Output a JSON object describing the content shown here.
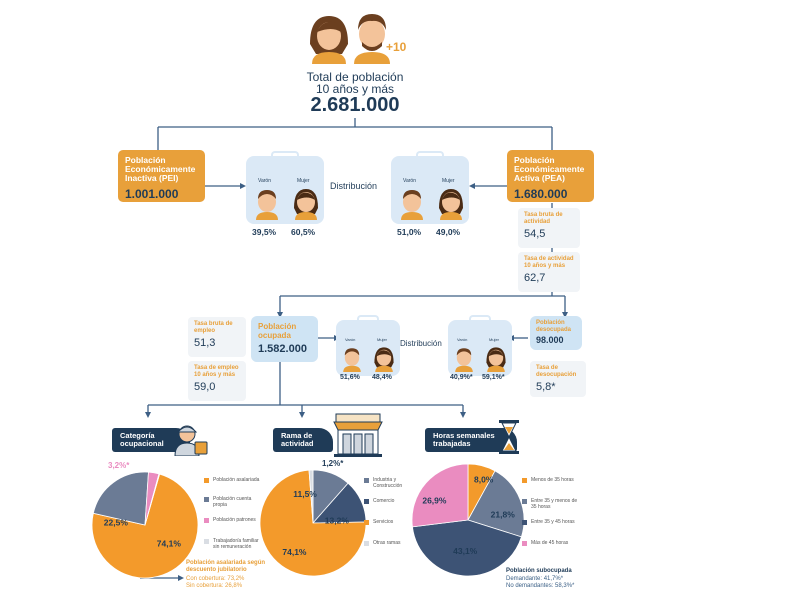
{
  "header": {
    "icon_label": "+10",
    "title_line1": "Total de población",
    "title_line2": "10 años y más",
    "total": "2.681.000"
  },
  "pei": {
    "label": "Población Económicamente Inactiva (PEI)",
    "value": "1.001.000"
  },
  "pea": {
    "label": "Población Económicamente Activa (PEA)",
    "value": "1.680.000"
  },
  "distribution_label": "Distribución",
  "dist_pei": {
    "man_label": "Varón",
    "woman_label": "Mujer",
    "man_pct": "39,5%",
    "woman_pct": "60,5%"
  },
  "dist_pea": {
    "man_label": "Varón",
    "woman_label": "Mujer",
    "man_pct": "51,0%",
    "woman_pct": "49,0%"
  },
  "rates_pea": [
    {
      "label": "Tasa bruta de actividad",
      "value": "54,5"
    },
    {
      "label": "Tasa de actividad 10 años y más",
      "value": "62,7"
    }
  ],
  "ocupada": {
    "label": "Población ocupada",
    "value": "1.582.000"
  },
  "desocupada": {
    "label": "Población desocupada",
    "value": "98.000"
  },
  "rates_ocupada": [
    {
      "label": "Tasa bruta de empleo",
      "value": "51,3"
    },
    {
      "label": "Tasa de empleo 10 años y más",
      "value": "59,0"
    }
  ],
  "rate_desocupacion": {
    "label": "Tasa de desocupación",
    "value": "5,8*"
  },
  "dist_ocupada": {
    "man_label": "Varón",
    "woman_label": "Mujer",
    "man_pct": "51,6%",
    "woman_pct": "48,4%"
  },
  "dist_desocupada": {
    "man_label": "Varón",
    "woman_label": "Mujer",
    "man_pct": "40,9%*",
    "woman_pct": "59,1%*"
  },
  "sections": {
    "categoria": "Categoría ocupacional",
    "rama": "Rama de actividad",
    "horas": "Horas semanales trabajadas"
  },
  "colors": {
    "orange": "#f39a2b",
    "slate": "#6b7b95",
    "pink": "#ea8cc0",
    "light": "#d9dde3",
    "navy": "#3d5375"
  },
  "chart_data": [
    {
      "type": "pie",
      "title": "Categoría ocupacional",
      "categories": [
        "Población asalariada",
        "Población cuenta propia",
        "Población patrones",
        "Trabajador/a familiar sin remuneración"
      ],
      "values": [
        74.1,
        22.5,
        3.2,
        0.2
      ],
      "labels": [
        "74,1%",
        "22,5%",
        "3,2%*",
        ""
      ],
      "legend": "right",
      "notes": {
        "title": "Población asalariada según descuento jubilatorio",
        "line1": "Con cobertura: 73,2%",
        "line2": "Sin cobertura: 26,8%"
      }
    },
    {
      "type": "pie",
      "title": "Rama de actividad",
      "categories": [
        "Industria y Construcción",
        "Comercio",
        "Servicios",
        "Otras ramas"
      ],
      "values": [
        11.5,
        13.2,
        74.1,
        1.2
      ],
      "labels": [
        "11,5%",
        "13,2%",
        "74,1%",
        "1,2%*"
      ],
      "legend": "right"
    },
    {
      "type": "pie",
      "title": "Horas semanales trabajadas",
      "categories": [
        "Menos de 35 horas",
        "Entre 35 y menos de 35 horas",
        "Entre 35 y 45 horas",
        "Más de 45 horas"
      ],
      "values": [
        8.0,
        21.8,
        43.1,
        26.9
      ],
      "labels": [
        "8,0%",
        "21,8%",
        "43,1%",
        "26,9%"
      ],
      "legend": "right",
      "notes": {
        "title": "Población subocupada",
        "line1": "Demandante: 41,7%*",
        "line2": "No demandantes: 58,3%*"
      }
    }
  ]
}
